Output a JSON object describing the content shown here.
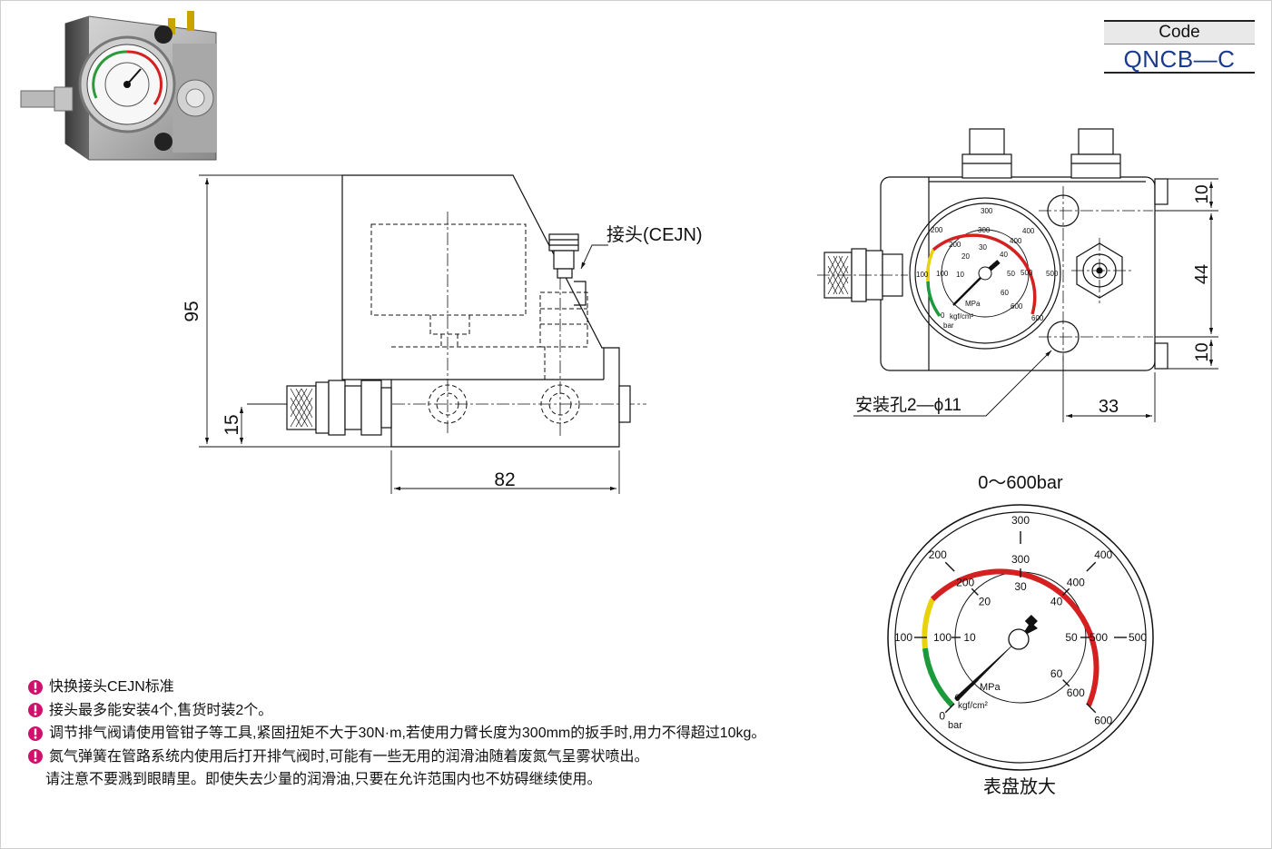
{
  "code_box": {
    "header": "Code",
    "value": "QNCB—C"
  },
  "side_view": {
    "connector_label": "接头(CEJN)",
    "dim_height": "95",
    "dim_bottom": "15",
    "dim_width": "82"
  },
  "front_view": {
    "mount_hole_label": "安装孔2—ϕ11",
    "dim_top": "10",
    "dim_middle": "44",
    "dim_bottom": "10",
    "dim_offset": "33"
  },
  "gauge": {
    "range_label": "0～600bar",
    "caption": "表盘放大",
    "outer_scale": [
      "0",
      "100",
      "200",
      "300",
      "400",
      "500",
      "600"
    ],
    "middle_scale": [
      "0",
      "100",
      "200",
      "300",
      "400",
      "500",
      "600"
    ],
    "inner_scale": [
      "10",
      "20",
      "30",
      "40",
      "50",
      "60"
    ],
    "unit_outer": "bar",
    "unit_middle": "kgf/cm²",
    "unit_inner": "MPa",
    "colors": {
      "green": "#1a9a3a",
      "yellow": "#e8d20a",
      "red": "#d42020"
    }
  },
  "notes": [
    "快换接头CEJN标准",
    "接头最多能安装4个,售货时装2个。",
    "调节排气阀请使用管钳子等工具,紧固扭矩不大于30N·m,若使用力臂长度为300mm的扳手时,用力不得超过10kg。",
    "氮气弹簧在管路系统内使用后打开排气阀时,可能有一些无用的润滑油随着废氮气呈雾状喷出。",
    "请注意不要溅到眼睛里。即使失去少量的润滑油,只要在允许范围内也不妨碍继续使用。"
  ],
  "bullet_color": "#d0116c"
}
